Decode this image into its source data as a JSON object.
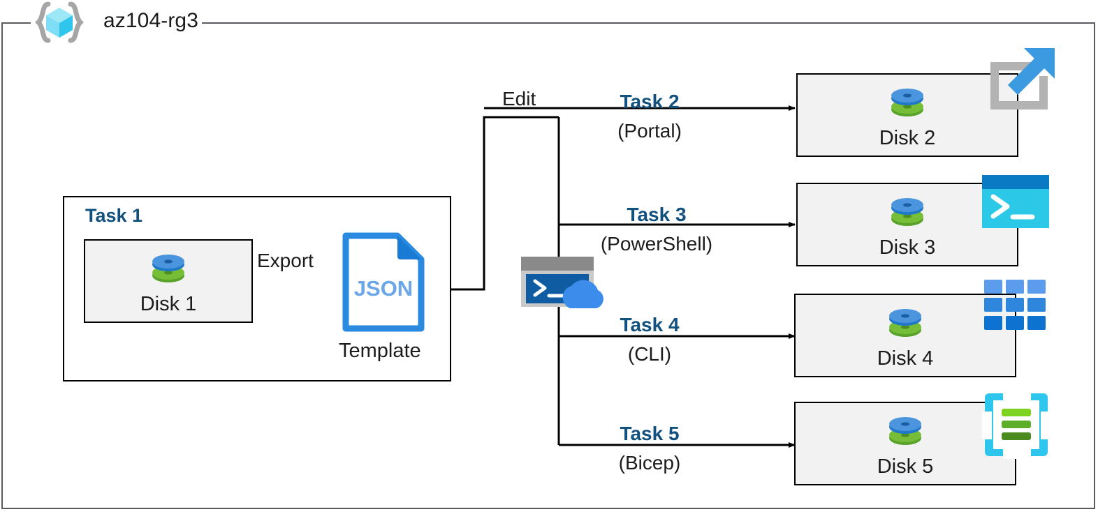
{
  "resource_group": {
    "name": "az104-rg3",
    "icon": "resource-group-cube-icon"
  },
  "task1": {
    "title": "Task 1",
    "disk": {
      "label": "Disk 1",
      "icon": "managed-disk-icon"
    },
    "export_label": "Export",
    "template": {
      "file_type": "JSON",
      "label": "Template",
      "icon": "json-file-icon"
    }
  },
  "edit": {
    "label": "Edit",
    "shell_icon": "cloud-shell-icon"
  },
  "tasks": [
    {
      "name": "Task 2",
      "method": "(Portal)",
      "disk_label": "Disk 2",
      "disk_icon": "managed-disk-icon",
      "tool_icon": "azure-portal-icon"
    },
    {
      "name": "Task 3",
      "method": "(PowerShell)",
      "disk_label": "Disk 3",
      "disk_icon": "managed-disk-icon",
      "tool_icon": "powershell-icon"
    },
    {
      "name": "Task 4",
      "method": "(CLI)",
      "disk_label": "Disk 4",
      "disk_icon": "managed-disk-icon",
      "tool_icon": "azure-cli-grid-icon"
    },
    {
      "name": "Task 5",
      "method": "(Bicep)",
      "disk_label": "Disk 5",
      "disk_icon": "managed-disk-icon",
      "tool_icon": "bicep-icon"
    }
  ],
  "colors": {
    "accent_blue": "#12507e",
    "frame_gray": "#5a5a5f",
    "box_fill": "#f2f2f2",
    "disk_top": "#3d8fd6",
    "disk_bottom": "#68ad2e",
    "json_blue": "#2a8ae0",
    "cyan": "#2fc6ee",
    "line_black": "#000000"
  }
}
